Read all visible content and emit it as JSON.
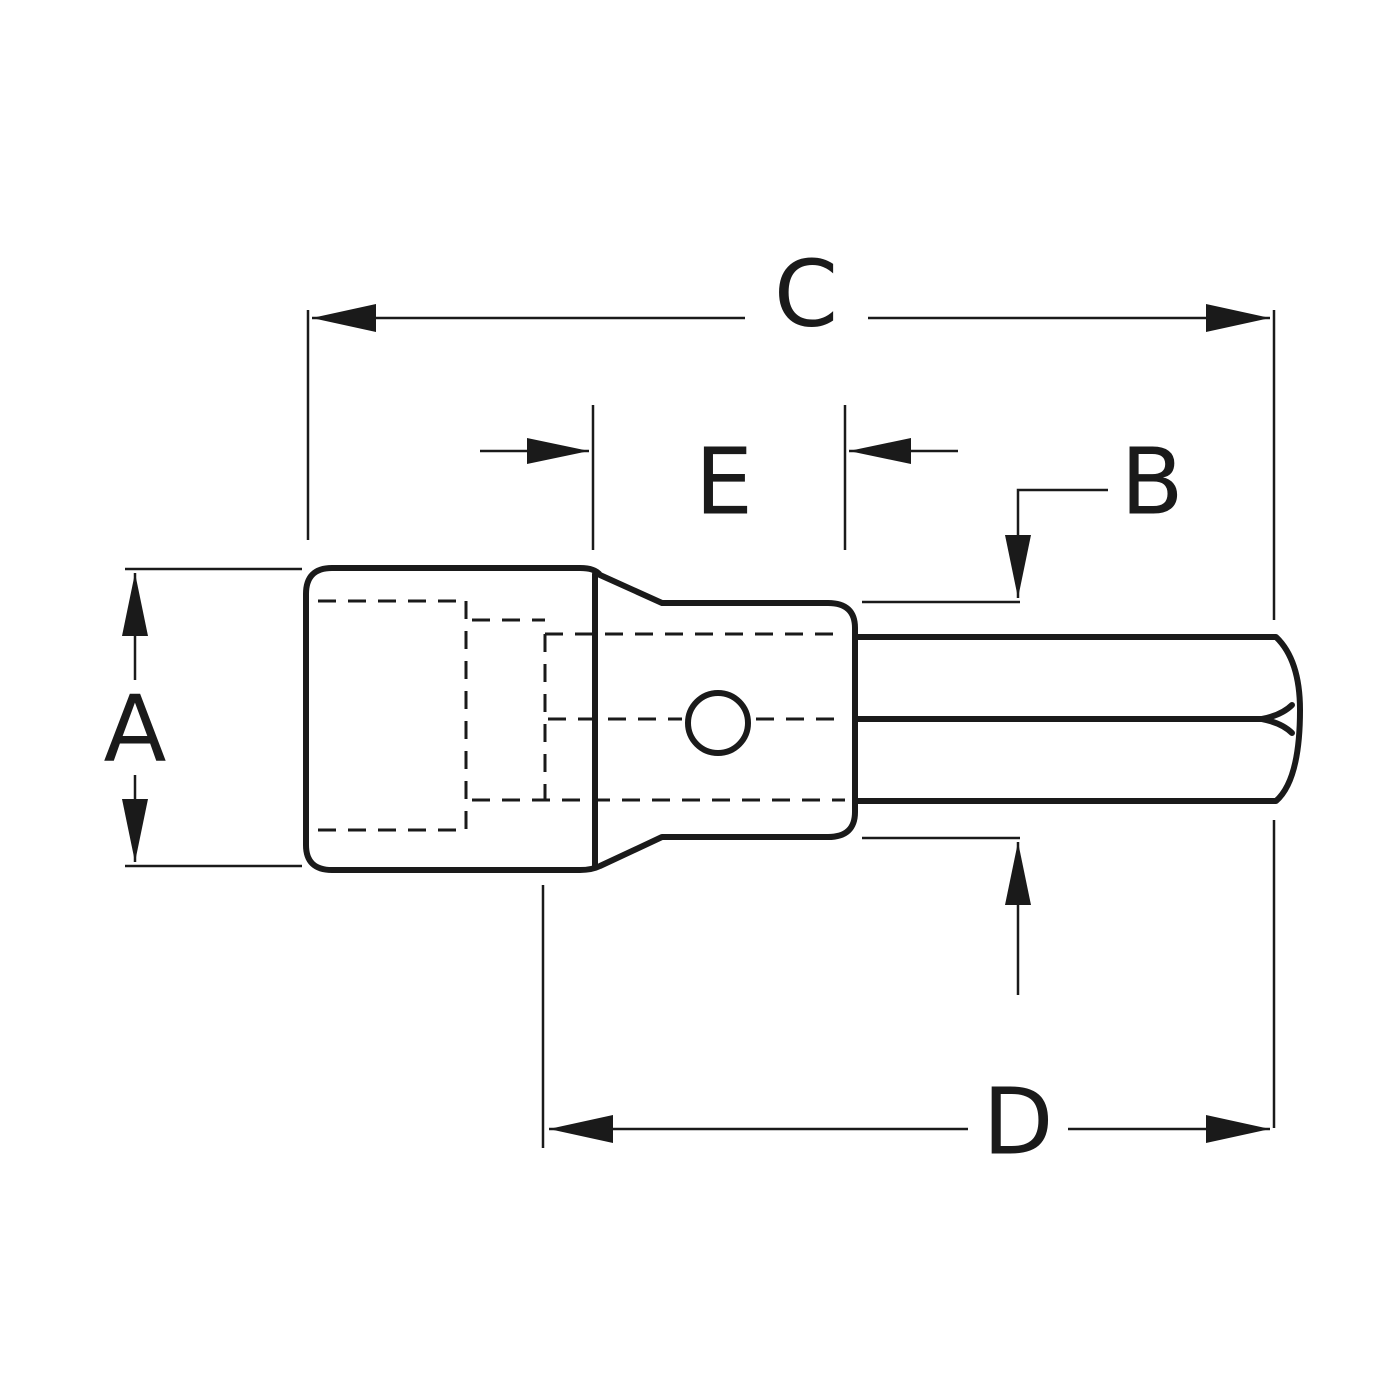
{
  "diagram": {
    "labels": {
      "a": "A",
      "b": "B",
      "c": "C",
      "d": "D",
      "e": "E"
    },
    "colors": {
      "ink": "#1a1a1a",
      "background": "#ffffff"
    }
  }
}
